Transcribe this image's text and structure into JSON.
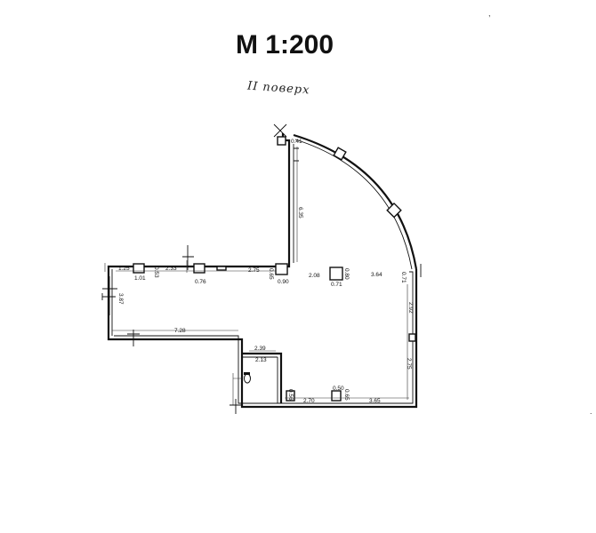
{
  "scale_title": "M 1:200",
  "floor_label": "II поверх",
  "dimensions": {
    "d_041": "0.41",
    "d_635": "6.35",
    "d_125": "1.25",
    "d_053": "0.53",
    "d_233": "2.33",
    "d_275": "2.75",
    "d_065a": "0.65",
    "d_101": "1.01",
    "d_076": "0.76",
    "d_090": "0.90",
    "d_208": "2.08",
    "d_080": "0.80",
    "d_071a": "0.71",
    "d_364": "3.64",
    "d_071b": "0.71",
    "d_387": "3.87",
    "d_292": "2.92",
    "d_728": "7.28",
    "d_239": "2.39",
    "d_213": "2.13",
    "d_275b": "2.75",
    "d_056": "0.56",
    "d_270": "2.70",
    "d_050": "0.50",
    "d_065b": "0.65",
    "d_365": "3.65"
  }
}
